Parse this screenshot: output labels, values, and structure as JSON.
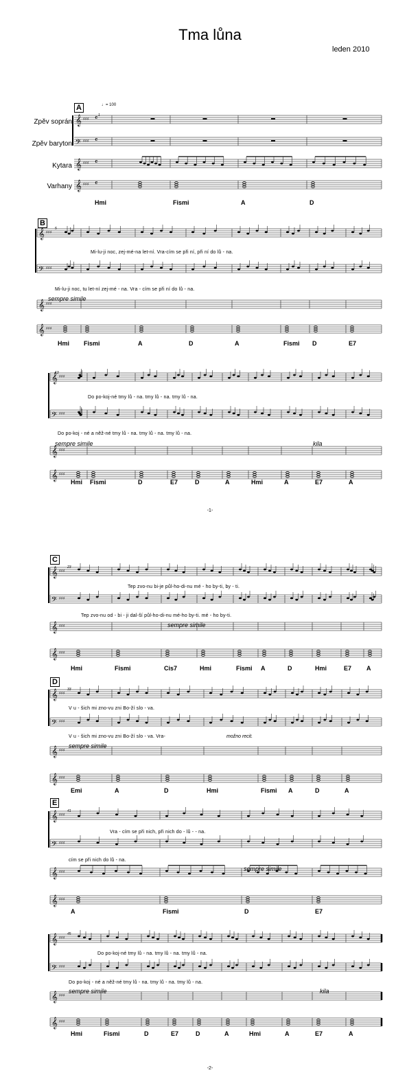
{
  "header": {
    "title": "Tma lůna",
    "date": "leden 2010"
  },
  "tempo": "= 100",
  "instruments": [
    "Zpěv soprán",
    "Zpěv baryton",
    "Kytara",
    "Varhany"
  ],
  "expressions": {
    "sempre_simile": "sempre simile",
    "kila": "kila",
    "mozno_recit": "možno recit."
  },
  "page_numbers": [
    "-1-",
    "-2-"
  ],
  "systems": [
    {
      "label": "A",
      "mnum": "1",
      "chords": [
        "Hmi",
        "Fismi",
        "A",
        "D"
      ],
      "lyrics_top": "",
      "lyrics_bottom": ""
    },
    {
      "label": "B",
      "mnum": "5",
      "chords": [
        "Hmi",
        "Fismi",
        "A",
        "D",
        "A",
        "Fismi",
        "D",
        "E7"
      ],
      "lyrics_top": "Mi-lu-ji noc,     zej-mé-na   let-ní.     Vra-cím se  při ní,  při ní   do lů   -   na.",
      "lyrics_bottom": "Mi-lu-ji  noc,  tu let-ní  zej-mé   -   na.   Vra - cím   se  při ní   do lů   -   na."
    },
    {
      "label": "",
      "mnum": "13",
      "chords": [
        "Hmi",
        "Fismi",
        "D",
        "E7",
        "D",
        "A",
        "Hmi",
        "A",
        "E7",
        "A"
      ],
      "lyrics_top": "Do po-koj-né       tmy lů - na.      tmy lů - na.      tmy lů - na.",
      "lyrics_bottom": "Do po-koj - né    a něž-né tmy lů - na.   tmy lů - na.    tmy lů - na."
    },
    {
      "label": "C",
      "mnum": "23",
      "chords": [
        "Hmi",
        "Fismi",
        "Cis7",
        "Hmi",
        "Fismi",
        "A",
        "D",
        "Hmi",
        "E7",
        "A"
      ],
      "lyrics_top": "Tep zvo-nu    bi-je půl-ho-di-nu        mé - ho  by-ti,    by - ti.",
      "lyrics_bottom": "Tep zvo-nu  od - bi - ji   dal-ší  půl-ho-di-nu   mé-ho  by-ti.  mé - ho  by-ti."
    },
    {
      "label": "D",
      "mnum": "33",
      "chords": [
        "Emi",
        "A",
        "D",
        "Hmi",
        "Fismi",
        "A",
        "D",
        "A"
      ],
      "lyrics_top": "V u - šich     mi  zno-vu zni                     Bo-ží  slo - va.",
      "lyrics_bottom": "V u - šich    mi  zno-vu   zni                Bo-ží   slo - va.            Vra-"
    },
    {
      "label": "E",
      "mnum": "41",
      "chords": [
        "A",
        "Fismi",
        "D",
        "E7"
      ],
      "lyrics_top": "Vra - cím  se   při  nich,      při  nich     do - lů    -    -     na.",
      "lyrics_bottom": "cím        se   při   nich                 do  lů    -    na."
    },
    {
      "label": "",
      "mnum": "45",
      "chords": [
        "Hmi",
        "Fismi",
        "D",
        "E7",
        "D",
        "A",
        "Hmi",
        "A",
        "E7",
        "A"
      ],
      "lyrics_top": "Do po-koj-né       tmy lů - na.     tmy lů - na.     tmy lů - na.",
      "lyrics_bottom": "Do po-koj - né    a něž-né tmy lů - na.   tmy lů - na.   tmy lů - na."
    }
  ]
}
